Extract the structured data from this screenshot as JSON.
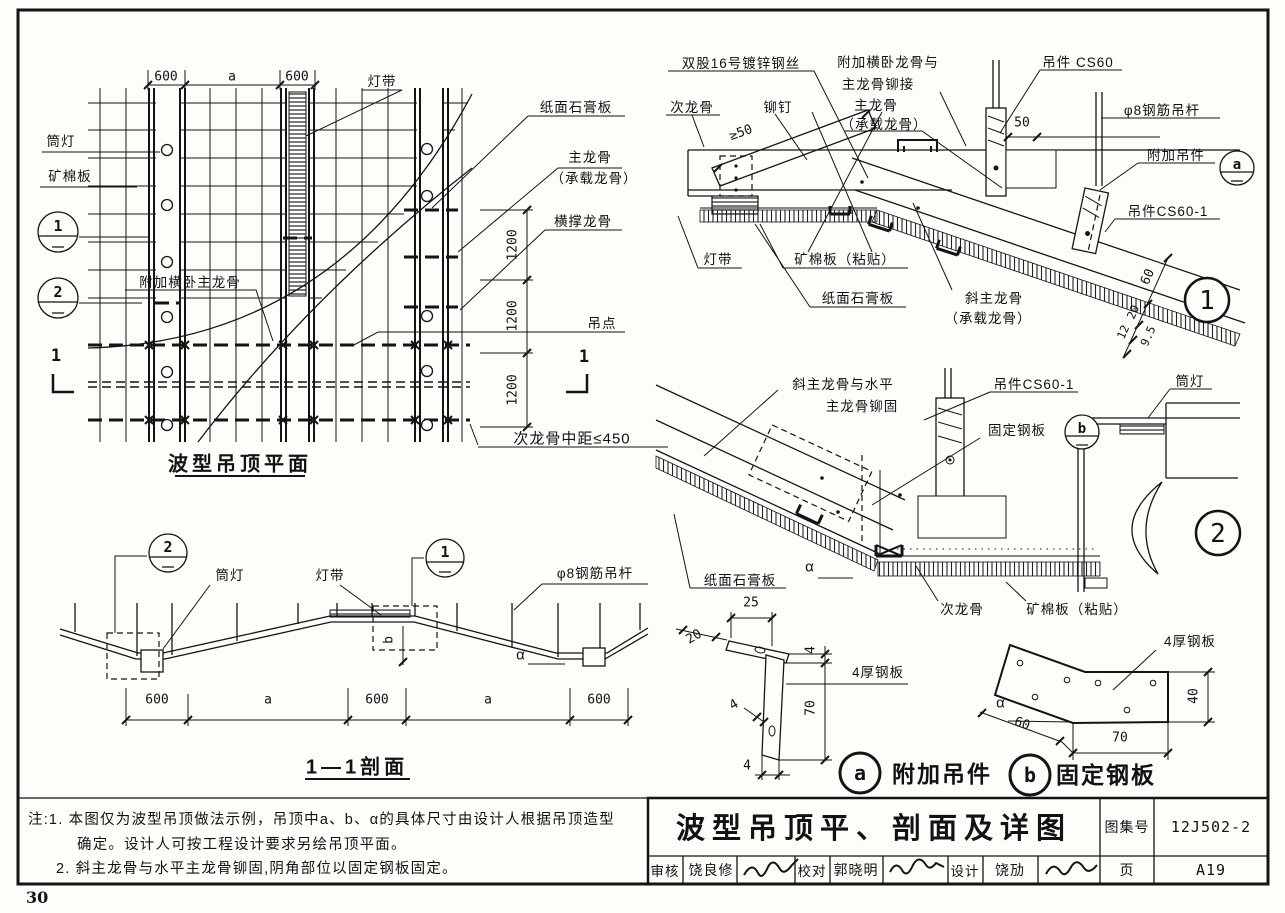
{
  "page": {
    "folio": "30"
  },
  "plan": {
    "title": "波型吊顶平面",
    "dim_600_left": "600",
    "dim_a": "a",
    "dim_600_right": "600",
    "dim_1200": "1200",
    "label_dengdai": "灯带",
    "label_tongdeng": "筒灯",
    "label_kuangmianban": "矿棉板",
    "label_zhimian": "纸面石膏板",
    "label_zhulonggu_1": "主龙骨",
    "label_zhulonggu_2": "（承载龙骨）",
    "label_hengcheng": "横撑龙骨",
    "label_diaodian": "吊点",
    "label_fujia": "附加横卧主龙骨",
    "label_cilonggu": "次龙骨中距≤450",
    "bubble1": "1",
    "bubble2": "2",
    "section_mark": "1"
  },
  "section": {
    "title": "1—1剖面",
    "label_tongdeng": "筒灯",
    "label_dengdai": "灯带",
    "label_diaogan": "φ8钢筋吊杆",
    "dim_b": "b",
    "alpha": "α",
    "dims": [
      "600",
      "a",
      "600",
      "a",
      "600"
    ],
    "bubble1": "1",
    "bubble2": "2"
  },
  "detail1": {
    "number": "1",
    "label_gangsi": "双股16号镀锌钢丝",
    "label_fujia_1": "附加横卧龙骨与",
    "label_fujia_2": "主龙骨铆接",
    "label_cs60": "吊件 CS60",
    "label_diaogan": "φ8钢筋吊杆",
    "label_fujiadiaojian": "附加吊件",
    "label_cs601": "吊件CS60-1",
    "label_cilonggu": "次龙骨",
    "label_maoding": "铆钉",
    "label_zhulonggu_1": "主龙骨",
    "label_zhulonggu_2": "（承载龙骨）",
    "label_dengdai": "灯带",
    "label_kuangmian": "矿棉板（粘贴）",
    "label_zhimian": "纸面石膏板",
    "label_xiezhu_1": "斜主龙骨",
    "label_xiezhu_2": "（承载龙骨）",
    "dim_ge50": "≥50",
    "dim_50": "50",
    "dim_60": "60",
    "dim_20": "20",
    "dim_12": "12",
    "dim_95": "9.5",
    "bubble_a": "a"
  },
  "detail2": {
    "number": "2",
    "label_xiezhu_1": "斜主龙骨与水平",
    "label_xiezhu_2": "主龙骨铆固",
    "label_cs601": "吊件CS60-1",
    "label_gudinggangban": "固定钢板",
    "label_tongdeng": "筒灯",
    "label_zhimian": "纸面石膏板",
    "label_cilonggu": "次龙骨",
    "label_kuangmian": "矿棉板（粘贴）",
    "alpha": "α",
    "bubble_b": "b"
  },
  "detail_a": {
    "bubble": "a",
    "caption": "附加吊件",
    "label_plate": "4厚钢板",
    "dim_25": "25",
    "dim_20": "20",
    "dim_4a": "4",
    "dim_70": "70",
    "dim_4b": "4",
    "dim_4c": "4"
  },
  "detail_b": {
    "bubble": "b",
    "caption": "固定钢板",
    "label_plate": "4厚钢板",
    "alpha": "α",
    "dim_60": "60",
    "dim_70": "70",
    "dim_40": "40"
  },
  "notes": {
    "line1": "注:1. 本图仅为波型吊顶做法示例，吊顶中a、b、α的具体尺寸由设计人根据吊顶造型",
    "line2": "确定。设计人可按工程设计要求另绘吊顶平面。",
    "line3": "2. 斜主龙骨与水平主龙骨铆固,阴角部位以固定钢板固定。"
  },
  "titleblock": {
    "title": "波型吊顶平、剖面及详图",
    "atlas_label": "图集号",
    "atlas_no": "12J502-2",
    "page_label": "页",
    "page_no": "A19",
    "review_label": "审核",
    "review_name": "饶良修",
    "check_label": "校对",
    "check_name": "郭晓明",
    "design_label": "设计",
    "design_name": "饶劢"
  }
}
